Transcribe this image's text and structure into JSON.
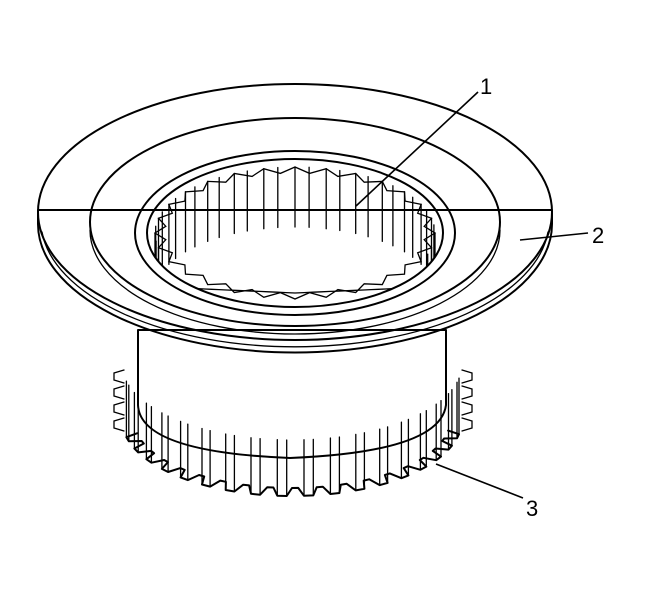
{
  "diagram": {
    "callouts": [
      {
        "id": "callout-1",
        "label": "1"
      },
      {
        "id": "callout-2",
        "label": "2"
      },
      {
        "id": "callout-3",
        "label": "3"
      }
    ],
    "part": {
      "bore_spline_count": 28,
      "outer_gear_tooth_count": 36
    },
    "colors": {
      "line": "#000000",
      "background": "#ffffff"
    }
  }
}
